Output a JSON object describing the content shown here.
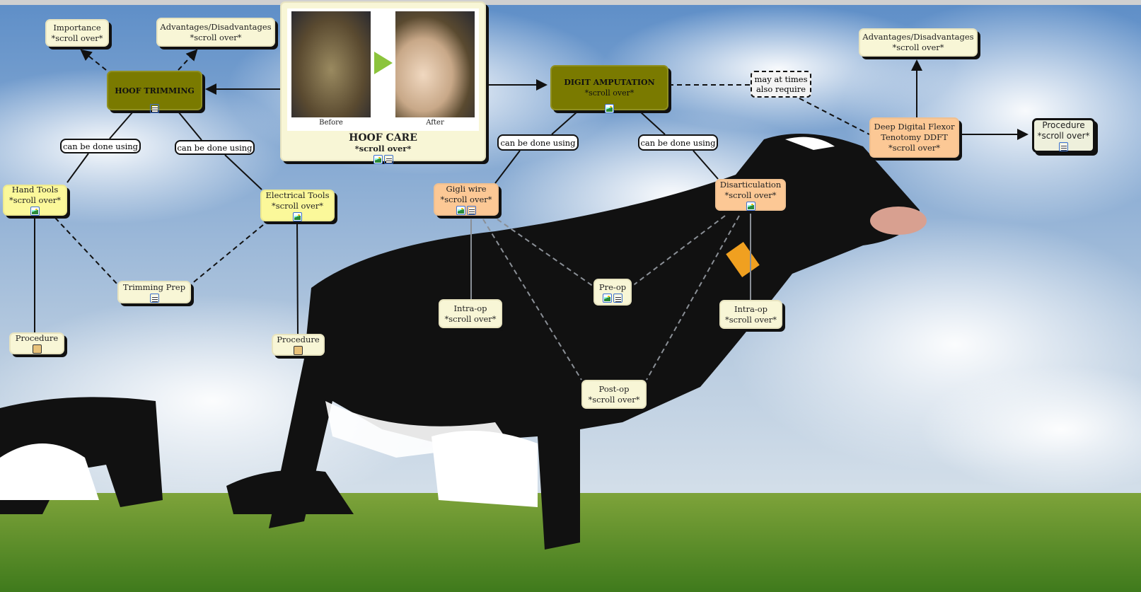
{
  "map_title": "HOOF CARE",
  "nodes": {
    "hoof_care": {
      "title": "HOOF CARE",
      "sub": "*scroll over*",
      "before": "Before",
      "after": "After"
    },
    "hoof_trimming": {
      "title": "HOOF TRIMMING"
    },
    "importance": {
      "title": "Importance",
      "sub": "*scroll over*"
    },
    "adv_left": {
      "title": "Advantages/Disadvantages",
      "sub": "*scroll over*"
    },
    "hand_tools": {
      "title": "Hand Tools",
      "sub": "*scroll over*"
    },
    "electrical_tools": {
      "title": "Electrical Tools",
      "sub": "*scroll over*"
    },
    "trimming_prep": {
      "title": "Trimming Prep"
    },
    "procedure_left": {
      "title": "Procedure"
    },
    "procedure_mid": {
      "title": "Procedure"
    },
    "digit_amputation": {
      "title": "DIGIT AMPUTATION",
      "sub": "*scroll over*"
    },
    "adv_right": {
      "title": "Advantages/Disadvantages",
      "sub": "*scroll over*"
    },
    "ddft": {
      "title": "Deep Digital Flexor",
      "title2": "Tenotomy DDFT",
      "sub": "*scroll over*"
    },
    "procedure_right": {
      "title": "Procedure",
      "sub": "*scroll over*"
    },
    "gigli": {
      "title": "Gigli wire",
      "sub": "*scroll over*"
    },
    "disarticulation": {
      "title": "Disarticulation",
      "sub": "*scroll over*"
    },
    "intraop_left": {
      "title": "Intra-op",
      "sub": "*scroll over*"
    },
    "preop": {
      "title": "Pre-op"
    },
    "intraop_right": {
      "title": "Intra-op",
      "sub": "*scroll over*"
    },
    "postop": {
      "title": "Post-op",
      "sub": "*scroll over*"
    }
  },
  "links": {
    "can_be_done_1": "can be done using",
    "can_be_done_2": "can be done using",
    "can_be_done_3": "can be done using",
    "can_be_done_4": "can be done using",
    "may_at_times": "may at times",
    "also_require": "also require"
  },
  "colors": {
    "olive": "#7a7a00",
    "cream": "#f8f6d6",
    "yellow": "#fbf89a",
    "peach": "#fcc895"
  }
}
